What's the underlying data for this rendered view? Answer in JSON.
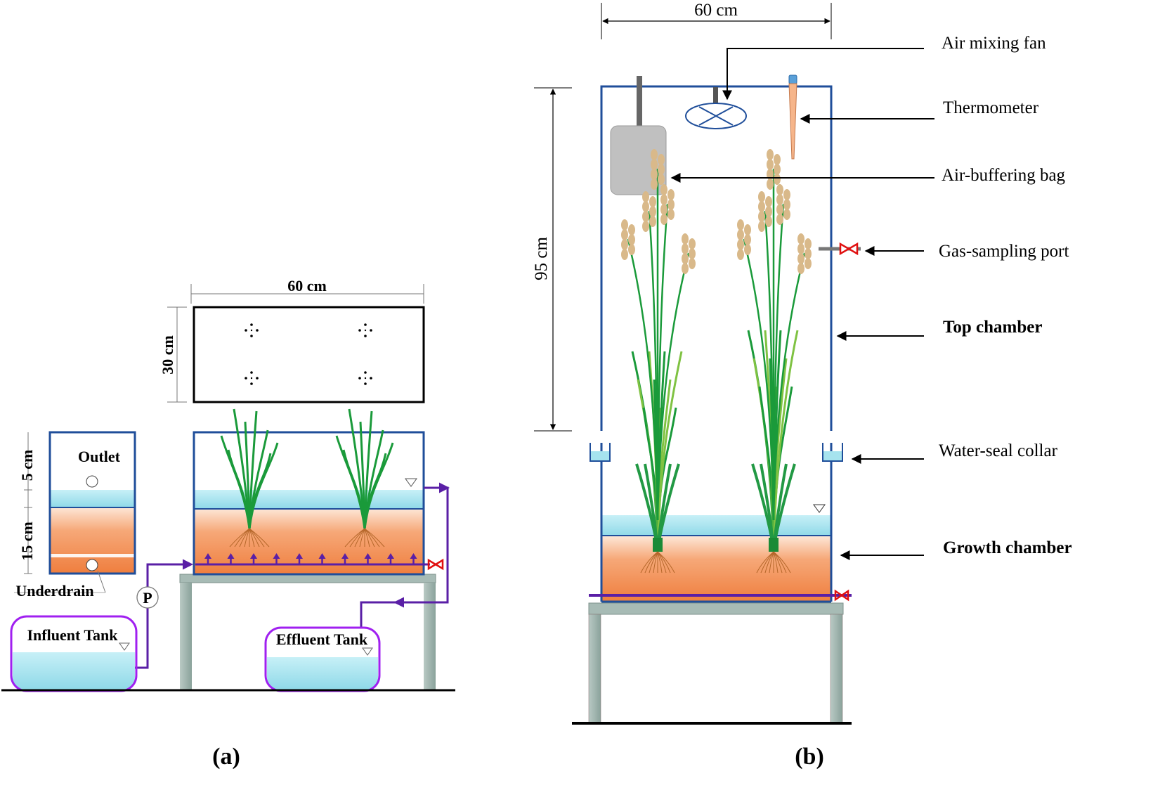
{
  "panel_a": {
    "caption_letter": "a",
    "dim_width": "60 cm",
    "dim_height": "30 cm",
    "dim_water": "5 cm",
    "dim_soil": "15 cm",
    "outlet_label": "Outlet",
    "underdrain_label": "Underdrain",
    "pump_label": "P",
    "influent_tank_label": "Influent Tank",
    "effluent_tank_label": "Effluent Tank"
  },
  "panel_b": {
    "caption_letter": "b",
    "dim_width": "60 cm",
    "dim_height": "95 cm",
    "air_mixing_fan": "Air mixing  fan",
    "thermometer": "Thermometer",
    "air_buffering_bag": "Air-buffering bag",
    "gas_sampling_port": "Gas-sampling port",
    "top_chamber": "Top chamber",
    "water_seal_collar": "Water-seal collar",
    "growth_chamber": "Growth chamber"
  },
  "colors": {
    "frame_blue": "#1f4e9a",
    "pipe_purple": "#5a1fa6",
    "tank_magenta": "#a020f0",
    "water": "#a6e3ee",
    "soil": "#f08a4b",
    "valve_red": "#e01010",
    "plant_green": "#1a9a3a",
    "panicle": "#d9b98a",
    "bench": "#9fb3ad"
  }
}
